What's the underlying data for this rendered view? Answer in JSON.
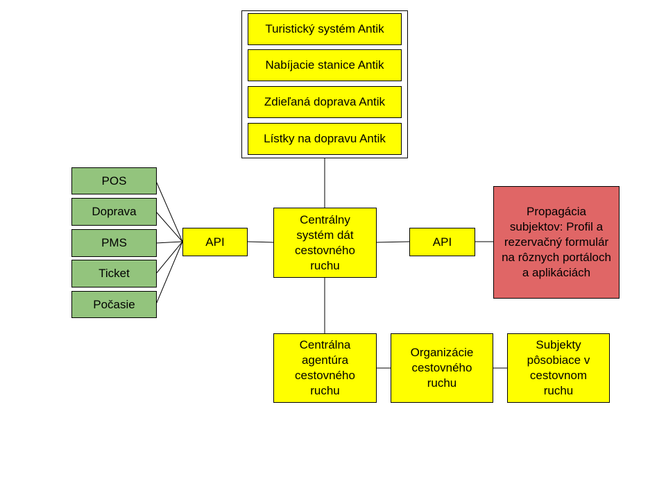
{
  "top_group": {
    "items": [
      {
        "label": "Turistický systém Antik"
      },
      {
        "label": "Nabíjacie stanice Antik"
      },
      {
        "label": "Zdieľaná doprava Antik"
      },
      {
        "label": "Lístky na dopravu Antik"
      }
    ]
  },
  "sources": [
    {
      "label": "POS"
    },
    {
      "label": "Doprava"
    },
    {
      "label": "PMS"
    },
    {
      "label": "Ticket"
    },
    {
      "label": "Počasie"
    }
  ],
  "api_left": {
    "label": "API"
  },
  "central": {
    "label": "Centrálny systém dát cestovného ruchu"
  },
  "api_right": {
    "label": "API"
  },
  "propagation": {
    "label": "Propagácia subjektov: Profil a rezervačný formulár na rôznych portáloch a aplikáciách"
  },
  "bottom": [
    {
      "label": "Centrálna agentúra cestovného ruchu"
    },
    {
      "label": "Organizácie cestovného ruchu"
    },
    {
      "label": "Subjekty pôsobiace v cestovnom ruchu"
    }
  ],
  "colors": {
    "yellow": "#ffff00",
    "green": "#93c47d",
    "red": "#e06666",
    "line": "#000000"
  }
}
